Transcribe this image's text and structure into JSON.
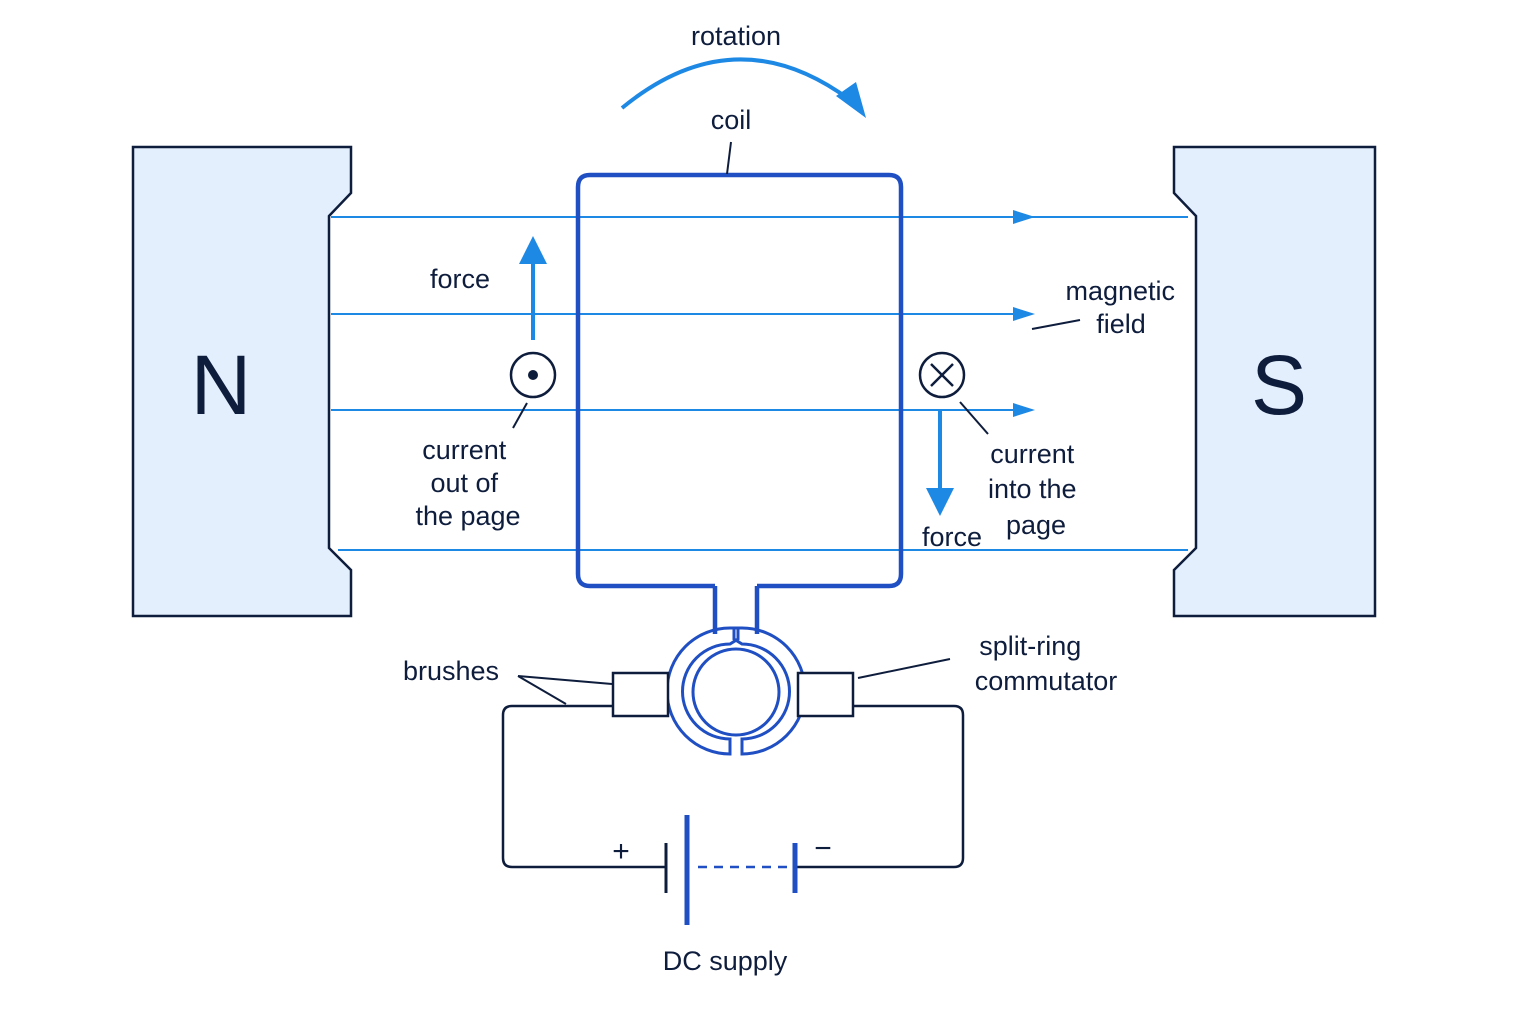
{
  "labels": {
    "rotation": "rotation",
    "coil": "coil",
    "force_left": "force",
    "force_right": "force",
    "magnetic_field": [
      "magnetic",
      "field"
    ],
    "current_out": [
      "current",
      "out of",
      "the page"
    ],
    "current_in": [
      "current",
      "into the",
      "page"
    ],
    "brushes": "brushes",
    "commutator": [
      "split-ring",
      "commutator"
    ],
    "dc_supply": "DC supply",
    "plus": "+",
    "minus": "−"
  },
  "poles": {
    "north": "N",
    "south": "S"
  },
  "symbols": {
    "current_out": "dot-in-circle-icon",
    "current_in": "cross-in-circle-icon"
  },
  "colors": {
    "background": "#ffffff",
    "magnet_fill": "#e3effc",
    "magnet_stroke": "#0f1d3d",
    "field_lines": "#1e88e5",
    "coil": "#1f4fc2",
    "text": "#0f1d3d"
  }
}
